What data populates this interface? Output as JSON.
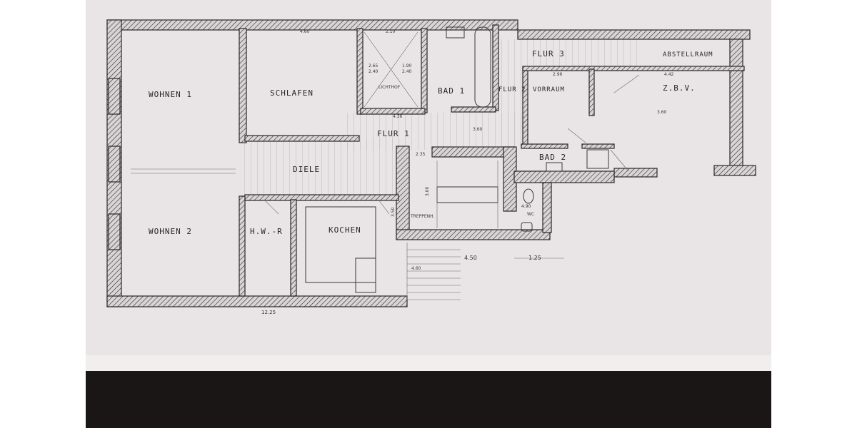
{
  "floor_plan": {
    "rooms": {
      "wohnen1": "WOHNEN 1",
      "wohnen2": "WOHNEN 2",
      "schlafen": "SCHLAFEN",
      "lichthof": "LICHTHOF",
      "bad1": "BAD 1",
      "flur3": "FLUR 3",
      "abstellraum": "ABSTELLRAUM",
      "flur2": "FLUR 2",
      "vorraum": "VORRAUM",
      "zbv": "Z.B.V.",
      "flur1": "FLUR 1",
      "diele": "DIELE",
      "bad2": "BAD 2",
      "treppenh": "TREPPENH.",
      "wc": "WC",
      "hwr": "H.W.-R",
      "kochen": "KOCHEN"
    },
    "dimensions": {
      "schlafen_width": "4.60",
      "lichthof_width": "2.10",
      "lichthof_a": "2.65",
      "lichthof_b": "2.40",
      "lichthof_c": "1.90",
      "lichthof_d": "2.40",
      "lichthof_bottom": "4.36",
      "vorraum_width": "2.96",
      "zbv_width": "4.42",
      "zbv_depth": "3.60",
      "flur1_length": "3.60",
      "stair_top": "2.35",
      "stair_height": "3.00",
      "wc_a": "4.90",
      "kochen_side": "3.50",
      "front_width": "4.50",
      "steps_width": "4.60",
      "wc_width": "1.25",
      "total_width": "12.25"
    },
    "colors": {
      "paper": "#e9e5e7",
      "ink": "#2b2727",
      "desk": "#1a1616"
    }
  }
}
